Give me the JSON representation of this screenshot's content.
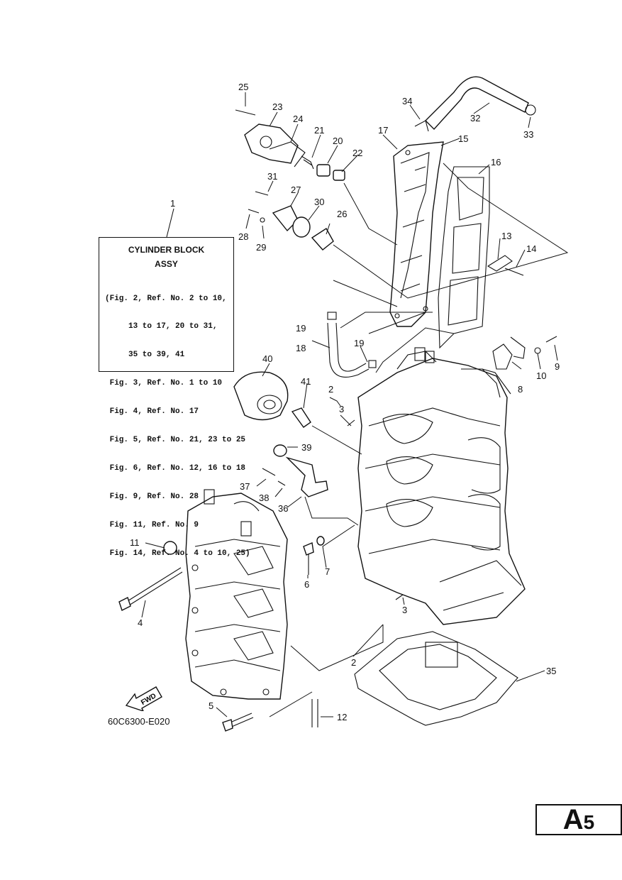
{
  "legend": {
    "title_line1": "CYLINDER BLOCK",
    "title_line2": "ASSY",
    "lines": [
      "(Fig. 2, Ref. No. 2 to 10,",
      "     13 to 17, 20 to 31,",
      "     35 to 39, 41",
      " Fig. 3, Ref. No. 1 to 10",
      " Fig. 4, Ref. No. 17",
      " Fig. 5, Ref. No. 21, 23 to 25",
      " Fig. 6, Ref. No. 12, 16 to 18",
      " Fig. 9, Ref. No. 28",
      " Fig. 11, Ref. No. 9",
      " Fig. 14, Ref. No. 4 to 10, 25)"
    ]
  },
  "fwd_label": "FWD",
  "drawing_code": "60C6300-E020",
  "page_badge": {
    "letter": "A",
    "number": "5"
  },
  "callouts": [
    "1",
    "2",
    "2",
    "3",
    "3",
    "4",
    "5",
    "6",
    "7",
    "8",
    "9",
    "10",
    "11",
    "12",
    "13",
    "14",
    "15",
    "16",
    "17",
    "18",
    "19",
    "19",
    "20",
    "21",
    "22",
    "23",
    "24",
    "25",
    "26",
    "27",
    "28",
    "29",
    "30",
    "31",
    "32",
    "33",
    "34",
    "35",
    "36",
    "37",
    "38",
    "39",
    "40",
    "41"
  ]
}
